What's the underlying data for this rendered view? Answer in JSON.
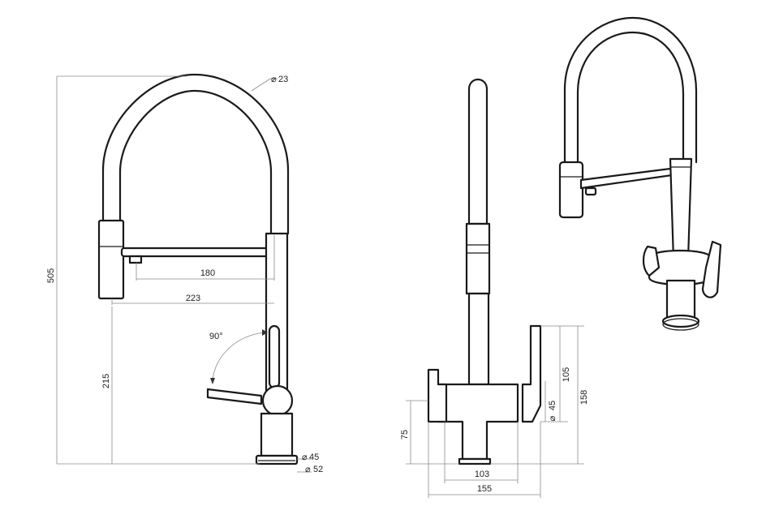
{
  "front_view": {
    "dims": {
      "hose_dia": "23",
      "total_height": "505",
      "spout_reach_inner": "180",
      "spout_reach_outer": "223",
      "lever_angle": "90°",
      "spout_height": "215",
      "base_dia_small": "45",
      "base_dia_large": "52"
    }
  },
  "side_view": {
    "dims": {
      "body_height": "75",
      "lever_height": "105",
      "handle_dia": "45",
      "lever_total_height": "158",
      "base_width": "103",
      "total_width": "155"
    }
  },
  "symbols": {
    "diameter": "⌀"
  }
}
